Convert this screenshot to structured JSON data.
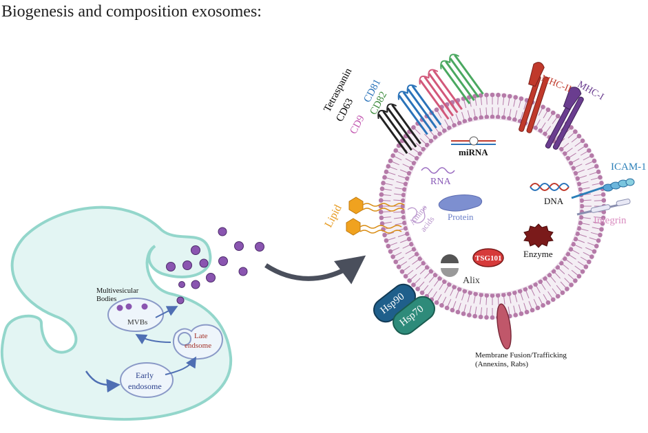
{
  "title": "Biogenesis and composition exosomes:",
  "cell": {
    "mvb_caption_line1": "Multivesicular",
    "mvb_caption_line2": "Bodies",
    "mvb_label": "MVBs",
    "late_endosome_line1": "Late",
    "late_endosome_line2": "endsome",
    "early_endosome_line1": "Early",
    "early_endosome_line2": "endosome"
  },
  "exosome": {
    "tetraspanin": "Tetraspanin",
    "cd63": "CD63",
    "cd81": "CD81",
    "cd82": "CD82",
    "cd9": "CD9",
    "mhc2": "MHC-II",
    "mhc1": "MHC-I",
    "icam1": "ICAM-1",
    "integrin": "Integrin",
    "mirna": "miRNA",
    "rna": "RNA",
    "dna": "DNA",
    "protein": "Protein",
    "amino_line1": "Amino",
    "amino_line2": "acids",
    "lipid": "Lipid",
    "enzyme": "Enzyme",
    "tsg101": "TSG101",
    "alix": "Alix",
    "hsp90": "Hsp90",
    "hsp70": "Hsp70",
    "fusion_line1": "Membrane Fusion/Trafficking",
    "fusion_line2": "(Annexins, Rabs)"
  },
  "colors": {
    "cell_fill": "#e3f5f3",
    "cell_border": "#93d6cb",
    "membrane": "#b57aa8",
    "vesicle": "#8a55b0",
    "arrow": "#4f6fb3",
    "tetraspanin": "#000000",
    "cd81": "#2a73b9",
    "cd82": "#3c8b3c",
    "cd9": "#c257b0",
    "mhc2": "#c0392b",
    "mhc1": "#6a3d8f",
    "icam1": "#2a7fb8",
    "integrin": "#d98bbf",
    "lipid": "#e69a1f",
    "hsp90": "#1f5f8b",
    "hsp70": "#2e8b7a",
    "tsg101": "#d63a3a",
    "enzyme": "#7a1a1a"
  }
}
